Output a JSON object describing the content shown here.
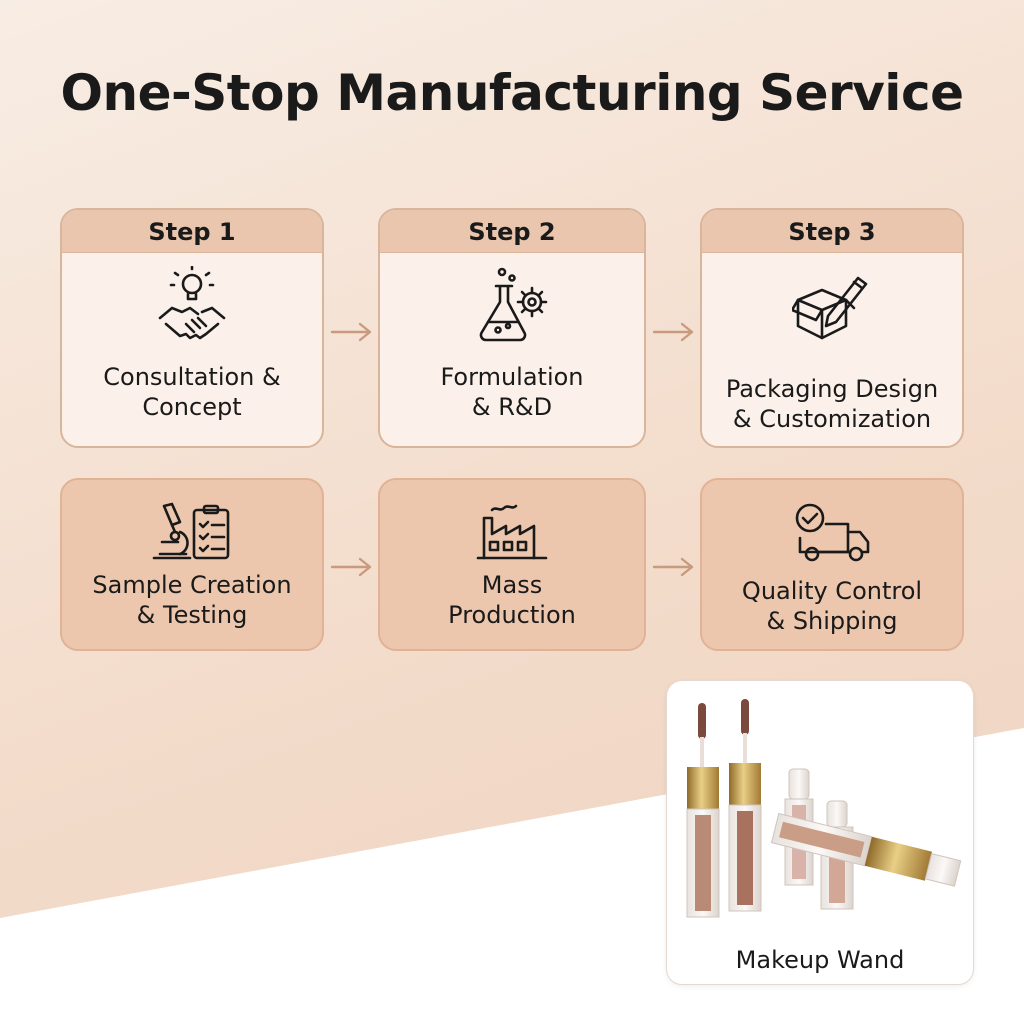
{
  "title": "One-Stop Manufacturing Service",
  "steps_top": [
    {
      "step": "Step 1",
      "line1": "Consultation &",
      "line2": "Concept",
      "icon": "handshake-lightbulb-icon"
    },
    {
      "step": "Step 2",
      "line1": "Formulation",
      "line2": "& R&D",
      "icon": "flask-gear-icon"
    },
    {
      "step": "Step 3",
      "line1": "Packaging Design",
      "line2": "& Customization",
      "icon": "box-pencil-icon"
    }
  ],
  "steps_bottom": [
    {
      "line1": "Sample Creation",
      "line2": "& Testing",
      "icon": "microscope-clipboard-icon"
    },
    {
      "line1": "Mass",
      "line2": "Production",
      "icon": "factory-icon"
    },
    {
      "line1": "Quality Control",
      "line2": "& Shipping",
      "icon": "check-truck-icon"
    }
  ],
  "product": {
    "label": "Makeup Wand"
  },
  "colors": {
    "header": "#e9c6ad",
    "card_light": "#fbf1ea",
    "card_dark": "#ecc7ae",
    "arrow": "#c99a7e",
    "gold": "#c9a44c"
  }
}
